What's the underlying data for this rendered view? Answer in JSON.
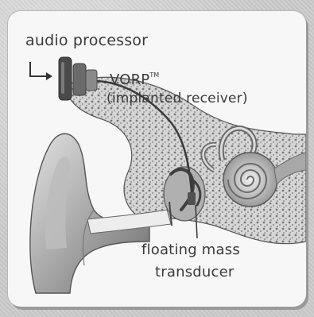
{
  "labels": {
    "audio_processor": "audio processor",
    "vorp": "VORP",
    "vorp_trademark": "TM",
    "implanted_receiver": "(implanted receiver)",
    "fmt_line1": "floating mass",
    "fmt_line2": "transducer"
  },
  "colors": {
    "background": "#c9c9c9",
    "card": "#f7f7f7",
    "text": "#3a3a3a",
    "tissue_dark": "#4a4a4a",
    "tissue_mid": "#8a8a8a",
    "tissue_light": "#cfcfcf",
    "device": "#505050"
  }
}
